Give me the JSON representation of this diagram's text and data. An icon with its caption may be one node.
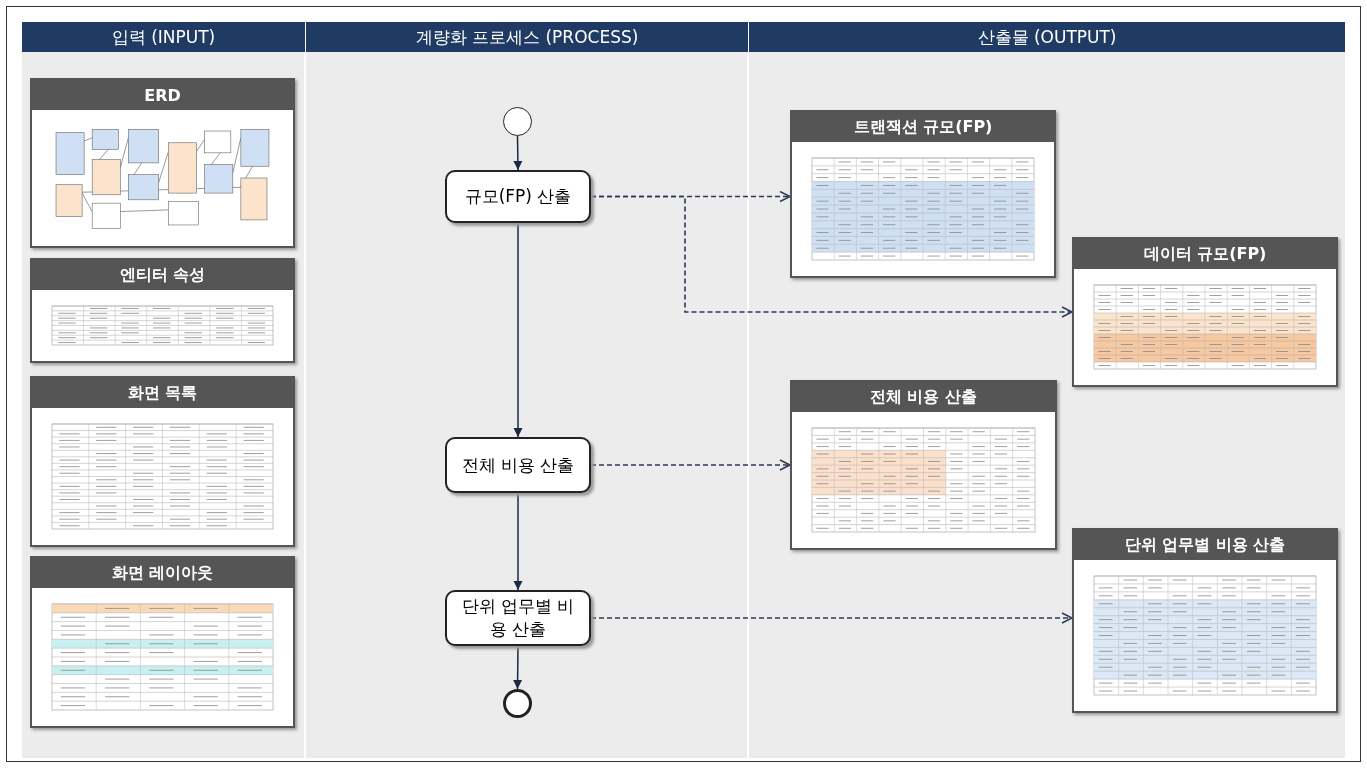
{
  "diagram": {
    "nodes": [
      {
        "text": [
          "입력 (INPUT)"
        ]
      },
      {
        "text": [
          "계량화 프로세스 (PROCESS)"
        ]
      },
      {
        "text": [
          "산출물 (OUTPUT)"
        ]
      },
      {
        "text": [
          "ERD"
        ]
      },
      {
        "text": [
          "엔티터 속성"
        ]
      },
      {
        "text": [
          "화면 목록"
        ]
      },
      {
        "text": [
          "화면 레이아웃"
        ]
      },
      {
        "text": [],
        "shape": "circle"
      },
      {
        "text": [
          "규모(FP) 산출"
        ]
      },
      {
        "text": [
          "전체 비용 산출"
        ]
      },
      {
        "text": [
          "단위 업무별 비용 산출"
        ]
      },
      {
        "text": [],
        "shape": "circle"
      },
      {
        "text": [
          "트랜잭션 규모(FP)"
        ]
      },
      {
        "text": [
          "데이터 규모(FP)"
        ]
      },
      {
        "text": [
          "전체 비용 산출"
        ]
      },
      {
        "text": [
          "단위 업무별 비용 산출"
        ]
      }
    ],
    "edges": [
      {
        "from": 7,
        "to": 8,
        "arrow": "to"
      },
      {
        "from": 8,
        "to": 9,
        "arrow": "to"
      },
      {
        "from": 9,
        "to": 10,
        "arrow": "to"
      },
      {
        "from": 10,
        "to": 11,
        "arrow": "to"
      },
      {
        "from": 8,
        "to": 12,
        "arrow": "to",
        "style": "dashed"
      },
      {
        "from": 8,
        "to": 13,
        "arrow": "to",
        "style": "dashed"
      },
      {
        "from": 9,
        "to": 14,
        "arrow": "to",
        "style": "dashed"
      },
      {
        "from": 10,
        "to": 15,
        "arrow": "to",
        "style": "dashed"
      }
    ]
  }
}
